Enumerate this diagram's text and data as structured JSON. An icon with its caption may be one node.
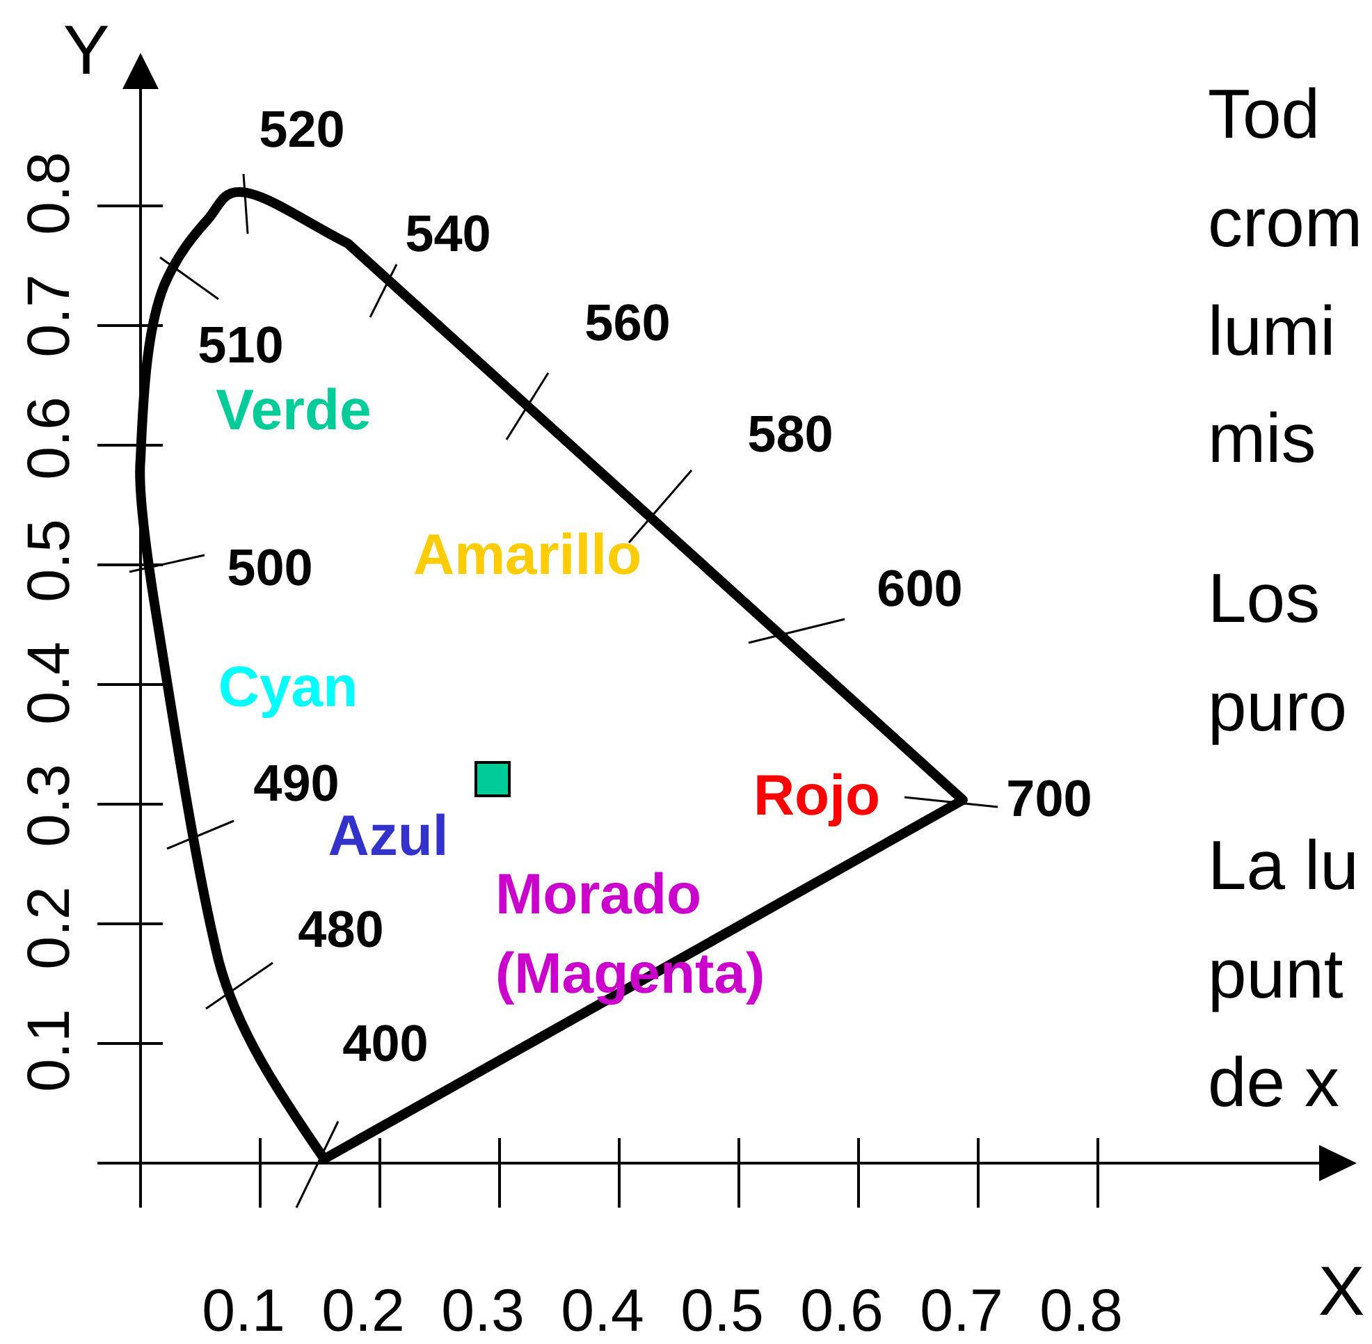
{
  "diagram": {
    "labels": [
      "Y",
      "520",
      "540",
      "510",
      "560",
      "Verde",
      "580",
      "500",
      "Amarillo",
      "600",
      "Cyan",
      "490",
      "Rojo",
      "700",
      "Azul",
      "Morado (Magenta)",
      "480",
      "400",
      "0.1",
      "0.2",
      "0.3",
      "0.4",
      "0.5",
      "0.6",
      "0.7",
      "0.8",
      "X",
      "0.1",
      "0.2",
      "0.3",
      "0.4",
      "0.5",
      "0.6",
      "0.7",
      "0.8",
      "Tod",
      "crom",
      "lumi",
      "mis",
      "Los",
      "puro",
      "La lu",
      "punt",
      "de x"
    ]
  }
}
